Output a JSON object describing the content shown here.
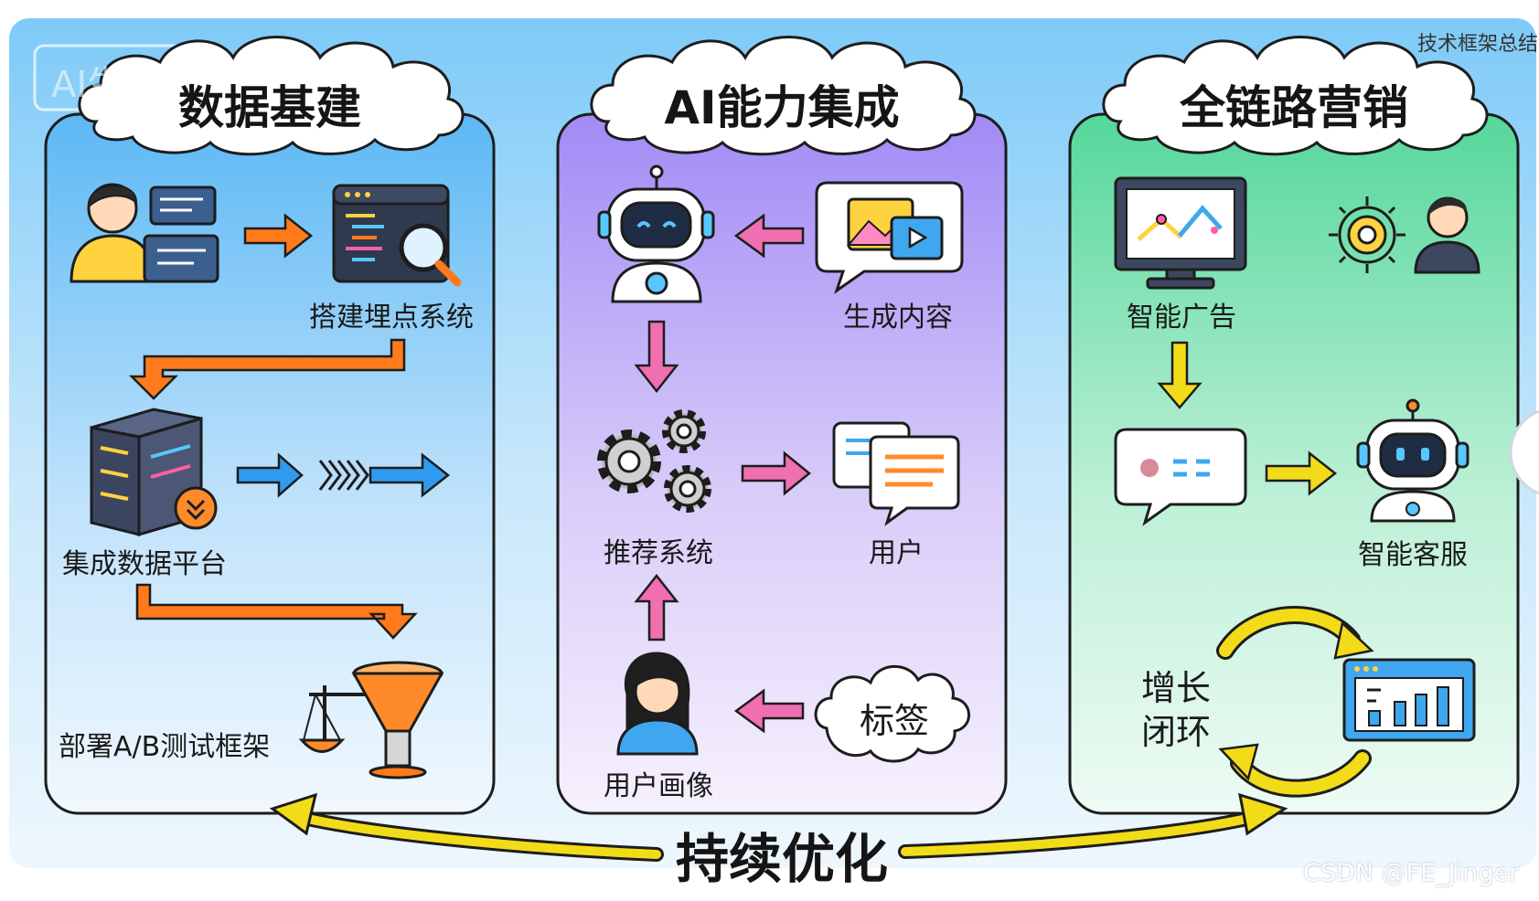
{
  "watermark_top_left": "AI生成",
  "corner_label": "技术框架总结",
  "credit": "CSDN @FE_Jinger",
  "bottom_label": "持续优化",
  "columns": [
    {
      "title": "数据基建",
      "steps": [
        "搭建埋点系统",
        "集成数据平台",
        "部署A/B测试框架"
      ]
    },
    {
      "title": "AI能力集成",
      "steps": [
        "生成内容",
        "推荐系统",
        "用户",
        "用户画像",
        "标签"
      ]
    },
    {
      "title": "全链路营销",
      "steps": [
        "智能广告",
        "智能客服"
      ],
      "loop_label": [
        "增长",
        "闭环"
      ]
    }
  ],
  "colors": {
    "col1_top": "#5cb8f5",
    "col2_top": "#a28af6",
    "col3_top": "#55d79b",
    "orange_arrow": "#ff7a1a",
    "blue_arrow": "#2f9bf0",
    "pink_arrow": "#f06fb0",
    "yellow_arrow": "#f2dc1a"
  },
  "icons": [
    "user-computer-icon",
    "code-window-search-icon",
    "server-icon",
    "scale-funnel-icon",
    "robot-icon",
    "media-chat-icon",
    "gears-icon",
    "chat-list-icon",
    "user-avatar-icon",
    "tag-cloud-icon",
    "analytics-monitor-icon",
    "target-icon",
    "person-icon",
    "chat-bubble-icon",
    "robot-assistant-icon",
    "bar-chart-window-icon"
  ]
}
